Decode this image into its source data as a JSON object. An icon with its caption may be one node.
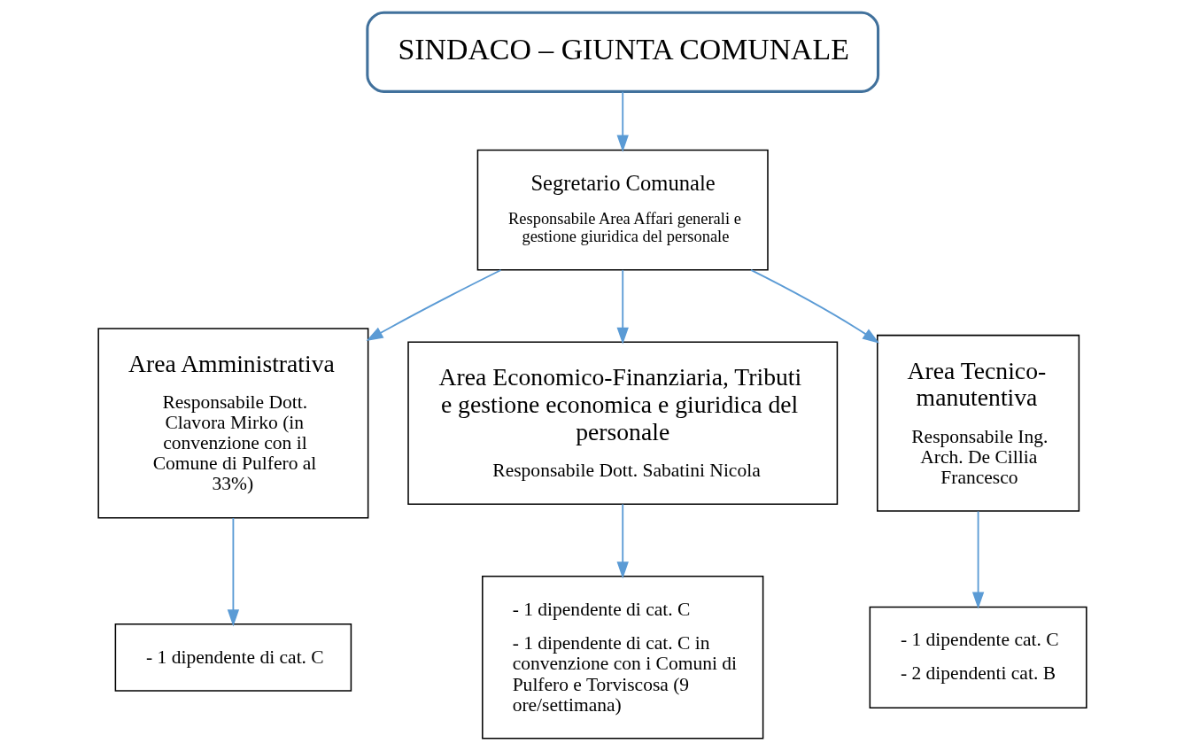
{
  "diagram": {
    "nodes": [
      {
        "text": [
          "SINDACO – GIUNTA COMUNALE"
        ]
      },
      {
        "text": [
          "Segretario Comunale",
          "Responsabile Area Affari generali e gestione giuridica del personale"
        ]
      },
      {
        "text": [
          "Area Amministrativa",
          "Responsabile Dott. Clavora Mirko (in convenzione con il Comune di Pulfero al 33%)"
        ]
      },
      {
        "text": [
          "Area Economico-Finanziaria, Tributi e gestione economica e giuridica del personale",
          "Responsabile Dott. Sabatini Nicola"
        ]
      },
      {
        "text": [
          "Area Tecnico-manutentiva",
          "Responsabile Ing. Arch. De Cillia Francesco"
        ]
      },
      {
        "text": [
          "- 1 dipendente di cat. C"
        ]
      },
      {
        "text": [
          "- 1 dipendente di cat. C",
          "- 1 dipendente di cat. C in convenzione con i Comuni di Pulfero e Torviscosa (9 ore/settimana)"
        ]
      },
      {
        "text": [
          "- 1 dipendente cat. C",
          "- 2 dipendenti cat. B"
        ]
      }
    ],
    "edges": [
      {
        "from": 0,
        "to": 1,
        "arrow": "to"
      },
      {
        "from": 1,
        "to": 2,
        "arrow": "to"
      },
      {
        "from": 1,
        "to": 3,
        "arrow": "to"
      },
      {
        "from": 1,
        "to": 4,
        "arrow": "to"
      },
      {
        "from": 2,
        "to": 5,
        "arrow": "to"
      },
      {
        "from": 3,
        "to": 6,
        "arrow": "to"
      },
      {
        "from": 4,
        "to": 7,
        "arrow": "to"
      }
    ]
  }
}
